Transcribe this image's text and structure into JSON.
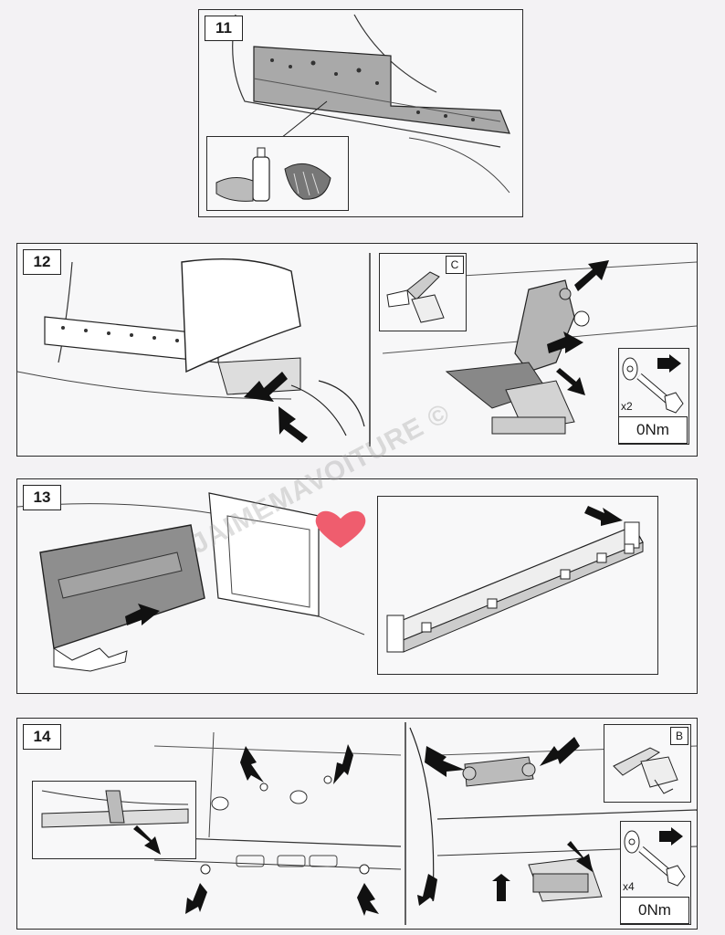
{
  "steps": {
    "s11": "11",
    "s12": "12",
    "s13": "13",
    "s14": "14"
  },
  "badges": {
    "c": "C",
    "b": "B"
  },
  "step12_fastener": {
    "qty": "x2",
    "torque": "0Nm"
  },
  "step14_fastener": {
    "qty": "x4",
    "torque": "0Nm"
  },
  "watermark": "JAIMEMAVOITURE ©",
  "colors": {
    "paper": "#f3f2f4",
    "line": "#2a2a2a",
    "shade": "#8f8f8f",
    "heart": "#ef5d6e"
  },
  "icons": {
    "arrow": "black-arrow-icon",
    "spray": "spray-can-icon",
    "heart": "heart-icon"
  }
}
